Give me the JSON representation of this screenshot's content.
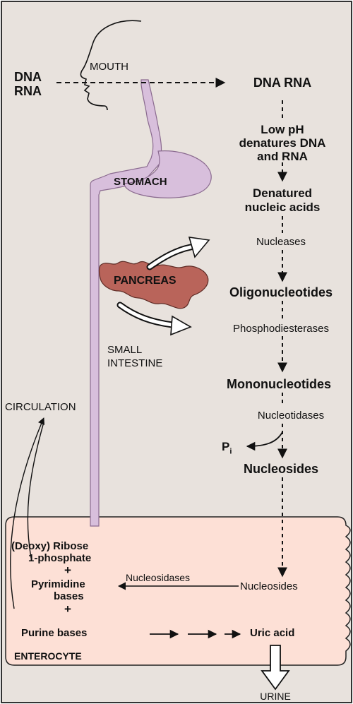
{
  "labels": {
    "dna": "DNA",
    "rna": "RNA",
    "mouth": "MOUTH",
    "stomach": "STOMACH",
    "pancreas": "PANCREAS",
    "small_intestine_1": "SMALL",
    "small_intestine_2": "INTESTINE",
    "circulation": "CIRCULATION",
    "enterocyte": "ENTEROCYTE",
    "urine": "URINE"
  },
  "pathway": {
    "dna_rna": "DNA RNA",
    "low_ph_1": "Low pH",
    "low_ph_2": "denatures DNA",
    "low_ph_3": "and RNA",
    "denatured_1": "Denatured",
    "denatured_2": "nucleic acids",
    "nucleases": "Nucleases",
    "oligonucleotides": "Oligonucleotides",
    "phosphodiesterases": "Phosphodiesterases",
    "mononucleotides": "Mononucleotides",
    "nucleotidases": "Nucleotidases",
    "pi": "P",
    "pi_sub": "i",
    "nucleosides": "Nucleosides"
  },
  "enterocyte": {
    "deoxyribose_1": "(Deoxy) Ribose",
    "deoxyribose_2": "1-phosphate",
    "plus_1": "+",
    "pyrimidine_1": "Pyrimidine",
    "pyrimidine_2": "bases",
    "plus_2": "+",
    "purine": "Purine bases",
    "uric_acid": "Uric acid",
    "nucleosidases": "Nucleosidases",
    "nucleosides": "Nucleosides"
  },
  "colors": {
    "background": "#e8e2dd",
    "enterocyte_fill": "#fde0d6",
    "tract_fill": "#d8bfdc",
    "tract_stroke": "#8a6a8f",
    "pancreas_fill": "#b9645a"
  }
}
